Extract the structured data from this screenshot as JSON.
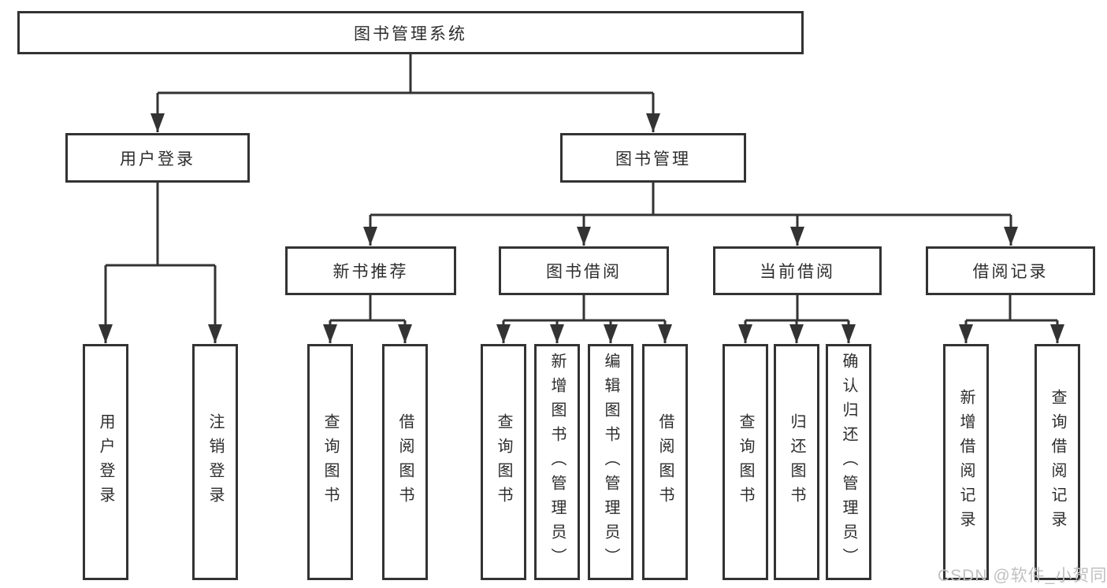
{
  "nodes": {
    "root": "图书管理系统",
    "login": "用户登录",
    "mgmt": "图书管理",
    "sections": [
      "新书推荐",
      "图书借阅",
      "当前借阅",
      "借阅记录"
    ],
    "login_children": [
      "用户登录",
      "注销登录"
    ],
    "recommend_children": [
      "查询图书",
      "借阅图书"
    ],
    "borrow_children": [
      "查询图书",
      "新增图书（管理员）",
      "编辑图书（管理员）",
      "借阅图书"
    ],
    "current_children": [
      "查询图书",
      "归还图书",
      "确认归还（管理员）"
    ],
    "record_children": [
      "新增借阅记录",
      "查询借阅记录"
    ]
  },
  "watermark": {
    "text": "CSDN @软件_小贺同学",
    "color": "#c0c0c0"
  },
  "colors": {
    "line": "#333333",
    "text": "#2d2d2d",
    "background": "#ffffff"
  }
}
